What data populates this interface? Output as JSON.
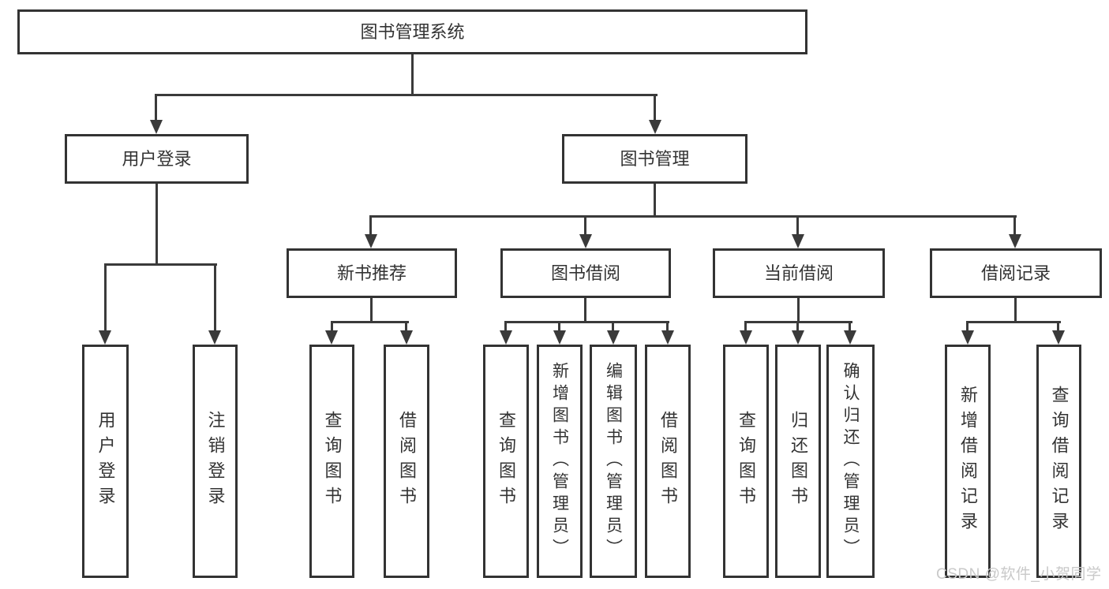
{
  "diagram": {
    "type": "hierarchy-tree",
    "root": {
      "label": "图书管理系统"
    },
    "level2": [
      {
        "label": "用户登录"
      },
      {
        "label": "图书管理"
      }
    ],
    "level3": [
      {
        "label": "新书推荐"
      },
      {
        "label": "图书借阅"
      },
      {
        "label": "当前借阅"
      },
      {
        "label": "借阅记录"
      }
    ],
    "leaves": {
      "user_login": [
        "用户登录",
        "注销登录"
      ],
      "new_book_rec": [
        "查询图书",
        "借阅图书"
      ],
      "book_borrow": [
        "查询图书",
        "新增图书（管理员）",
        "编辑图书（管理员）",
        "借阅图书"
      ],
      "current_borrow": [
        "查询图书",
        "归还图书",
        "确认归还（管理员）"
      ],
      "borrow_record": [
        "新增借阅记录",
        "查询借阅记录"
      ]
    },
    "watermark": "CSDN @软件_小贺同学",
    "colors": {
      "line": "#3a3a3a",
      "box_border": "#333333",
      "text": "#333333",
      "watermark": "#c9c9c9",
      "background": "#ffffff"
    }
  }
}
